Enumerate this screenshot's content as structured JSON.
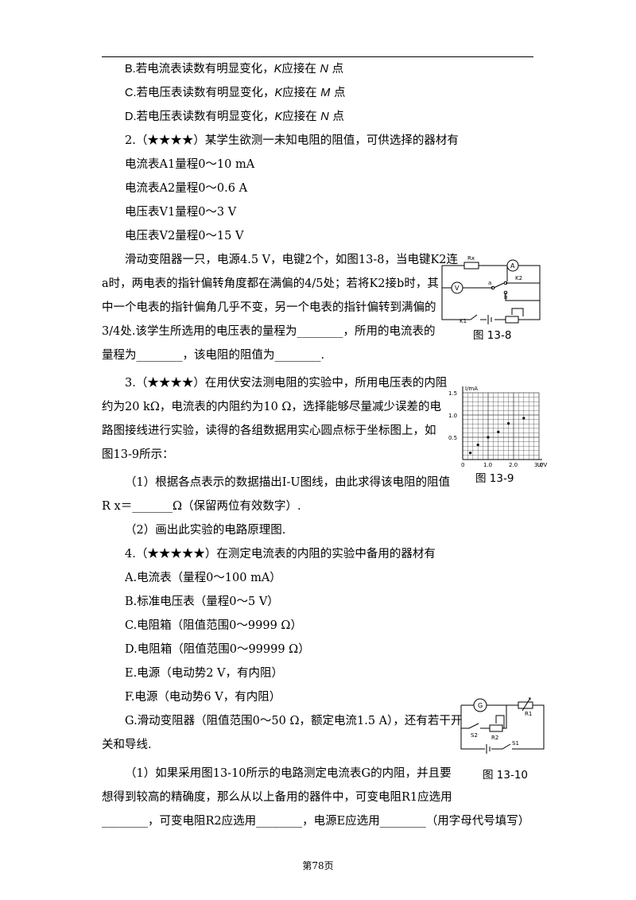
{
  "lines": {
    "l1": "B.若电流表读数有明显变化，K应接在N点",
    "l2": "C.若电压表读数有明显变化，K应接在M点",
    "l3": "D.若电压表读数有明显变化，K应接在N点",
    "q2": "2.（★★★★）某学生欲测一未知电阻的阻值，可供选择的器材有",
    "a1": "电流表A1量程0～10 mA",
    "a2": "电流表A2量程0～0.6 A",
    "v1": "电压表V1量程0～3 V",
    "v2": "电压表V2量程0～15 V",
    "q2b1": "滑动变阻器一只，电源4.5 V，电键2个，如图13-8，当电键K2连",
    "q2b2": "a时，两电表的指针偏转角度都在满偏的4/5处；若将K2接b时，其",
    "q2b3": "中一个电表的指针偏角几乎不变，另一个电表的指针偏转到满偏的",
    "q2b4": "3/4处.该学生所选用的电压表的量程为________，所用的电流表的",
    "q2b5": "量程为________，该电阻的阻值为________.",
    "q3a": "3.（★★★★）在用伏安法测电阻的实验中，所用电压表的内阻",
    "q3b": "约为20 kΩ，电流表的内阻约为10 Ω，选择能够尽量减少误差的电",
    "q3c": "路图接线进行实验，读得的各组数据用实心圆点标于坐标图上，如",
    "q3d": "图13-9所示：",
    "q3e": "（1）根据各点表示的数据描出I-U图线，由此求得该电阻的阻值",
    "q3f": "R x＝_______Ω（保留两位有效数字）.",
    "q3g": "（2）画出此实验的电路原理图.",
    "q4": "4.（★★★★★）在测定电流表的内阻的实验中备用的器材有",
    "o1": "A.电流表（量程0～100 mA）",
    "o2": "B.标准电压表（量程0～5 V）",
    "o3": "C.电阻箱（阻值范围0～9999 Ω）",
    "o4": "D.电阻箱（阻值范围0～99999 Ω）",
    "o5": "E.电源（电动势2 V，有内阻）",
    "o6": "F.电源（电动势6 V，有内阻）",
    "o7": "G.滑动变阻器（阻值范围0～50 Ω，额定电流1.5 A），还有若干开",
    "o8": "关和导线.",
    "q4a": "（1）如果采用图13-10所示的电路测定电流表G的内阻，并且要",
    "q4b": "想得到较高的精确度，那么从以上备用的器件中，可变电阻R1应选用",
    "q4c": "________，可变电阻R2应选用________，电源E应选用________（用字母代号填写）"
  },
  "captions": {
    "fig8": "图 13-8",
    "fig9": "图 13-9",
    "fig10": "图 13-10"
  },
  "fig8_labels": {
    "rx": "Rx",
    "a": "A",
    "v": "V",
    "k2": "K2",
    "a_pt": "a",
    "b_pt": "b",
    "k1": "K1"
  },
  "fig10_labels": {
    "g": "G",
    "r1": "R1",
    "s2": "S2",
    "r2": "R2",
    "s1": "S1"
  },
  "chart_data": {
    "type": "scatter",
    "ylabel": "I/mA",
    "xlabel": "U/V",
    "x_ticks": [
      "0",
      "1.0",
      "2.0",
      "3.0"
    ],
    "y_ticks": [
      "0.5",
      "1.0",
      "1.5"
    ],
    "xlim": [
      0,
      3.0
    ],
    "ylim": [
      0,
      1.5
    ],
    "grid": true,
    "points": [
      [
        0.3,
        0.15
      ],
      [
        0.6,
        0.33
      ],
      [
        1.0,
        0.5
      ],
      [
        1.4,
        0.62
      ],
      [
        1.8,
        0.81
      ],
      [
        2.4,
        0.93
      ]
    ]
  },
  "footer": "第78页"
}
